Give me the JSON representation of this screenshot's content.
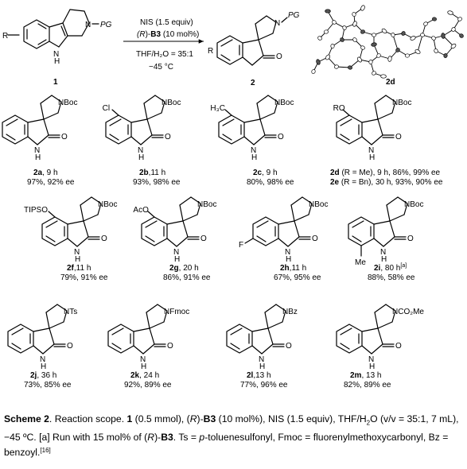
{
  "scheme": {
    "reactant": {
      "number": "1",
      "R": "R",
      "PG": "PG",
      "NH": "H",
      "N": "N"
    },
    "conditions": {
      "line1": "NIS (1.5 equiv)",
      "line2_pre": "(R)-",
      "line2_bold": "B3",
      "line2_post": " (10 mol%)",
      "line3": "THF/H₂O = 35:1",
      "line4": "−45 °C"
    },
    "product": {
      "number": "2",
      "PG": "PG",
      "O": "O",
      "R": "R"
    },
    "crystal": {
      "number": "2d"
    }
  },
  "compounds": [
    {
      "id": "2a",
      "time": ", 9 h",
      "result": "97%, 92% ee",
      "pg": "NBoc",
      "sub": ""
    },
    {
      "id": "2b",
      "time": ",11 h",
      "result": "93%, 98% ee",
      "pg": "NBoc",
      "sub": "Cl"
    },
    {
      "id": "2c",
      "time": ", 9 h",
      "result": "80%, 98% ee",
      "pg": "NBoc",
      "sub": "H₃C"
    },
    {
      "id": "2d",
      "time": " (R = Me), 9 h, 86%, 99% ee",
      "id2": "2e",
      "time2": " (R = Bn), 30 h, 93%, 90% ee",
      "pg": "NBoc",
      "sub": "RO"
    },
    {
      "id": "2f",
      "time": ",11 h",
      "result": "79%, 91% ee",
      "pg": "NBoc",
      "sub": "TIPSO"
    },
    {
      "id": "2g",
      "time": ", 20 h",
      "result": "86%, 91% ee",
      "pg": "NBoc",
      "sub": "AcO"
    },
    {
      "id": "2h",
      "time": ",11 h",
      "result": "67%, 95% ee",
      "pg": "NBoc",
      "sub": "F"
    },
    {
      "id": "2i",
      "time": ", 80 h",
      "sup": "[a]",
      "result": "88%, 58% ee",
      "pg": "NBoc",
      "sub": "Me"
    },
    {
      "id": "2j",
      "time": ", 36 h",
      "result": "73%, 85% ee",
      "pg": "NTs",
      "sub": ""
    },
    {
      "id": "2k",
      "time": ", 24 h",
      "result": "92%, 89% ee",
      "pg": "NFmoc",
      "sub": ""
    },
    {
      "id": "2l",
      "time": ",13 h",
      "result": "77%, 96% ee",
      "pg": "NBz",
      "sub": ""
    },
    {
      "id": "2m",
      "time": ", 13 h",
      "result": "82%, 89% ee",
      "pg": "NCO₂Me",
      "sub": ""
    }
  ],
  "atoms": {
    "NH_N": "N",
    "NH_H": "H",
    "O": "O"
  },
  "caption": {
    "title": "Scheme 2",
    "t1": ". Reaction scope. ",
    "b1": "1",
    "t2": " (0.5 mmol), (",
    "it1": "R",
    "t3": ")-",
    "b2": "B3",
    "t4": " (10 mol%), NIS (1.5 equiv), THF/H",
    "sub1": "2",
    "t5": "O (v/v = 35:1, 7 mL), −45 ºC. [a] Run with 15 mol% of (",
    "it2": "R",
    "t6": ")-",
    "b3": "B3",
    "t7": ". Ts = ",
    "it3": "p",
    "t8": "-toluenesulfonyl, Fmoc = fluorenylmethoxycarbonyl, Bz = benzoyl.",
    "ref": "[16]"
  }
}
